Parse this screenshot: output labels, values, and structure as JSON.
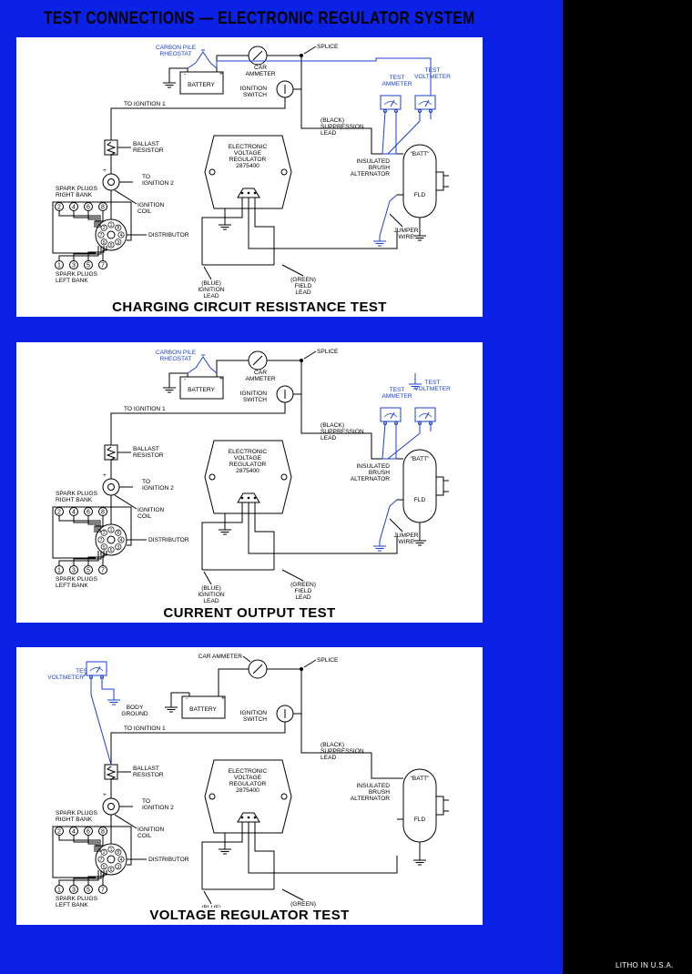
{
  "title": "TEST CONNECTIONS — ELECTRONIC REGULATOR SYSTEM",
  "footer": "LITHO IN U.S.A.",
  "colors": {
    "background": "#0b22e6",
    "side_bar": "#000000",
    "panel": "#ffffff",
    "test_equipment": "#1a3fd0"
  },
  "labels": {
    "carbon_pile": "CARBON PILE",
    "rheostat": "RHEOSTAT",
    "battery": "BATTERY",
    "car": "CAR",
    "ammeter": "AMMETER",
    "car_ammeter": "CAR AMMETER",
    "splice": "SPLICE",
    "ignition": "IGNITION",
    "switch": "SWITCH",
    "test": "TEST",
    "voltmeter": "VOLTMETER",
    "to_ignition_1": "TO IGNITION 1",
    "black": "(BLACK)",
    "suppression": "SUPPRESSION",
    "lead": "LEAD",
    "ballast": "BALLAST",
    "resistor": "RESISTOR",
    "electronic": "ELECTRONIC",
    "voltage": "VOLTAGE",
    "regulator": "REGULATOR",
    "part_no": "2875400",
    "to": "TO",
    "ignition_2": "IGNITION 2",
    "coil": "COIL",
    "spark_plugs": "SPARK PLUGS",
    "right_bank": "RIGHT BANK",
    "left_bank": "LEFT BANK",
    "distributor": "DISTRIBUTOR",
    "insulated": "INSULATED",
    "brush": "BRUSH",
    "alternator": "ALTERNATOR",
    "batt": "\"BATT\"",
    "fld": "FLD",
    "jumper": "JUMPER",
    "wire": "WIRE",
    "blue": "(BLUE)",
    "green": "(GREEN)",
    "field": "FIELD",
    "body": "BODY",
    "ground": "GROUND",
    "plus": "+",
    "minus": "-",
    "right_plugs": [
      "2",
      "4",
      "6",
      "8"
    ],
    "left_plugs": [
      "1",
      "3",
      "5",
      "7"
    ],
    "dist_numbers": [
      "1",
      "8",
      "4",
      "3",
      "6",
      "5",
      "7",
      "2"
    ]
  },
  "diagrams": [
    {
      "caption": "CHARGING CIRCUIT RESISTANCE TEST"
    },
    {
      "caption": "CURRENT OUTPUT TEST"
    },
    {
      "caption": "VOLTAGE REGULATOR TEST"
    }
  ]
}
